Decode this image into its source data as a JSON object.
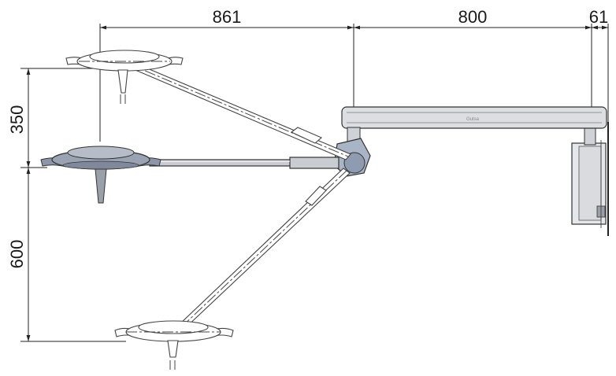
{
  "dimensions": {
    "top_left": "861",
    "top_middle": "800",
    "top_right": "61",
    "left_upper": "350",
    "left_lower": "600"
  },
  "colors": {
    "lamp_fill": "#9aa3b3",
    "joint_fill": "#a9b4c6",
    "arm_fill": "#c9ccd1",
    "bracket_fill": "#dfe1e4",
    "line": "#222222"
  },
  "labels": {
    "brand_mark": "Gutsa"
  }
}
